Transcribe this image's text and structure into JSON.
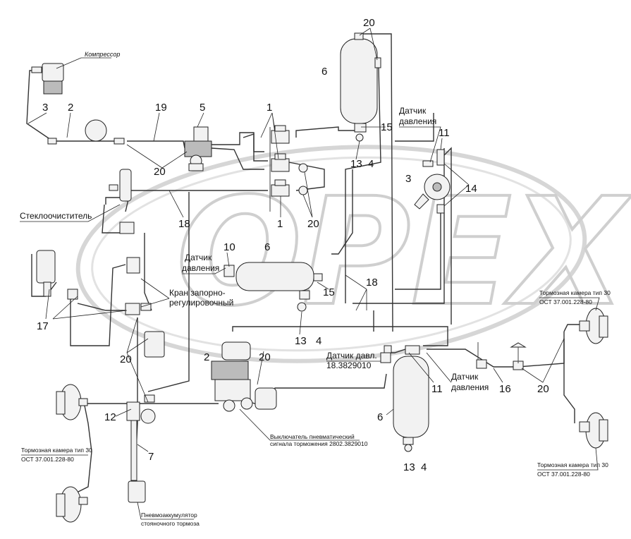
{
  "watermark": "OPEX",
  "labels": {
    "compressor": "Компрессор",
    "washer": "Стеклоочиститель",
    "pressure_sensor": "Датчик давления",
    "pressure_sensor_word1": "Датчик",
    "pressure_sensor_word2": "давления",
    "valve_line1": "Кран запорно-",
    "valve_line2": "регулировочный",
    "sensor_short": "Датчик давл.",
    "sensor_code": "18.3829010",
    "switch_line1": "Выключатель пневматический",
    "switch_line2": "сигнала торможения 2802.3829010",
    "chamber_title": "Тормозная камера тип 30",
    "chamber_std": "ОСТ 37.001.228-80",
    "accumulator_line1": "Пневмоаккумулятор",
    "accumulator_line2": "стояночного тормоза"
  },
  "callouts": [
    "1",
    "2",
    "3",
    "4",
    "5",
    "6",
    "7",
    "10",
    "11",
    "12",
    "13",
    "14",
    "15",
    "16",
    "17",
    "18",
    "19",
    "20"
  ]
}
